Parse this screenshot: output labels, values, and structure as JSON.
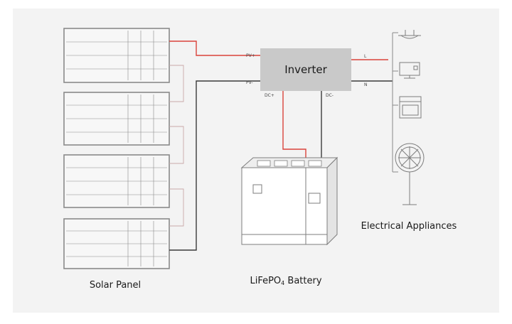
{
  "labels": {
    "inverter": "Inverter",
    "solar_panel": "Solar Panel",
    "battery_main": "LiFePO",
    "battery_sub": "4",
    "battery_tail": " Battery",
    "appliances": "Electrical Appliances"
  },
  "ports": {
    "pv_plus": "PV+",
    "pv_minus": "PV-",
    "dc_plus": "DC+",
    "dc_minus": "DC-",
    "l": "L",
    "n": "N"
  },
  "colors": {
    "background": "#f3f3f3",
    "panel_frame": "#8a8a8a",
    "panel_fill": "#f7f7f7",
    "inverter_fill": "#c9c9c9",
    "wire_positive": "#d9433b",
    "wire_negative": "#3a3a3a",
    "wire_link": "#c9a8a8",
    "line_art": "#7d7d7d"
  },
  "icons": [
    "ceiling-lamp-icon",
    "monitor-icon",
    "washing-machine-icon",
    "standing-fan-icon"
  ]
}
